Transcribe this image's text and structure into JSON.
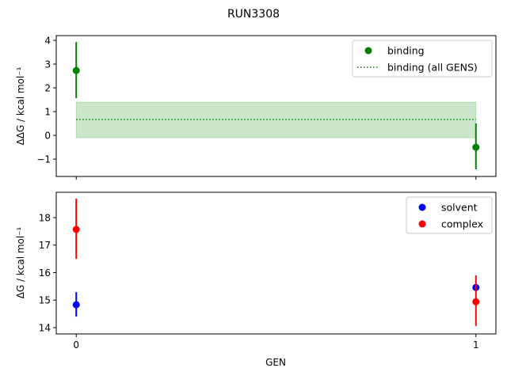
{
  "chart_data": [
    {
      "type": "scatter",
      "title": "RUN3308",
      "ylabel": "ΔΔG / kcal mol⁻¹",
      "xlabel": "",
      "ylim": [
        -1.73,
        4.2
      ],
      "xlim": [
        -0.05,
        1.05
      ],
      "yticks": [
        -1,
        0,
        1,
        2,
        3,
        4
      ],
      "legend": "top-right",
      "series": [
        {
          "name": "binding",
          "color": "#008000",
          "x": [
            0,
            1
          ],
          "y": [
            2.73,
            -0.5
          ],
          "yerr_low": [
            1.57,
            -1.43
          ],
          "yerr_high": [
            3.93,
            0.5
          ]
        },
        {
          "name": "binding (all GENS)",
          "color": "#008000",
          "style": "dotted",
          "value": 0.67,
          "band": [
            -0.1,
            1.4
          ],
          "x_range": [
            0,
            1
          ]
        }
      ]
    },
    {
      "type": "scatter",
      "xlabel": "GEN",
      "ylabel": "ΔG / kcal mol⁻¹",
      "ylim": [
        13.77,
        18.92
      ],
      "xlim": [
        -0.05,
        1.05
      ],
      "yticks": [
        14,
        15,
        16,
        17,
        18
      ],
      "xticks": [
        0,
        1
      ],
      "legend": "top-right",
      "series": [
        {
          "name": "solvent",
          "color": "#0000ff",
          "x": [
            0,
            1
          ],
          "y": [
            14.83,
            15.46
          ],
          "yerr_low": [
            14.4,
            15.46
          ],
          "yerr_high": [
            15.29,
            15.46
          ]
        },
        {
          "name": "complex",
          "color": "#ff0000",
          "x": [
            0,
            1
          ],
          "y": [
            17.57,
            14.94
          ],
          "yerr_low": [
            16.5,
            14.06
          ],
          "yerr_high": [
            18.69,
            15.9
          ]
        }
      ]
    }
  ]
}
